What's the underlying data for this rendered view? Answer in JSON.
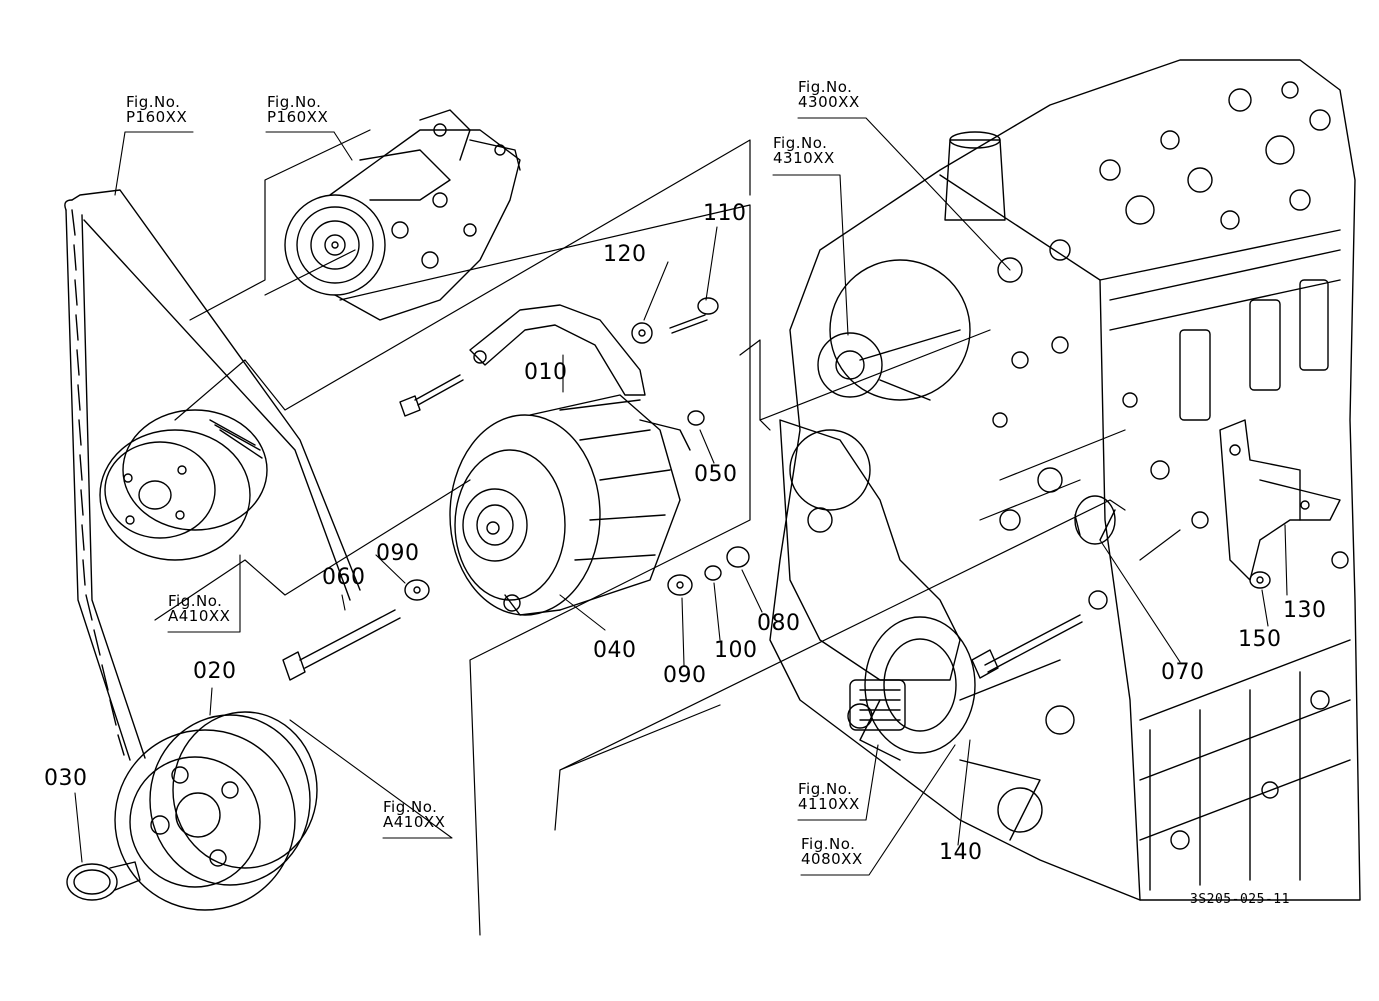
{
  "figure_refs": {
    "fig_label": "Fig.No.",
    "p160_left": "P160XX",
    "p160_right": "P160XX",
    "r4300": "4300XX",
    "r4310": "4310XX",
    "a410_upper": "A410XX",
    "a410_lower": "A410XX",
    "r4110": "4110XX",
    "r4080": "4080XX"
  },
  "part_numbers": {
    "p010": "010",
    "p020": "020",
    "p030": "030",
    "p040": "040",
    "p050": "050",
    "p060": "060",
    "p070": "070",
    "p080": "080",
    "p090_upper": "090",
    "p090_lower": "090",
    "p100": "100",
    "p110": "110",
    "p120": "120",
    "p130": "130",
    "p140": "140",
    "p150": "150"
  },
  "drawing_code": "3S205-025-11"
}
